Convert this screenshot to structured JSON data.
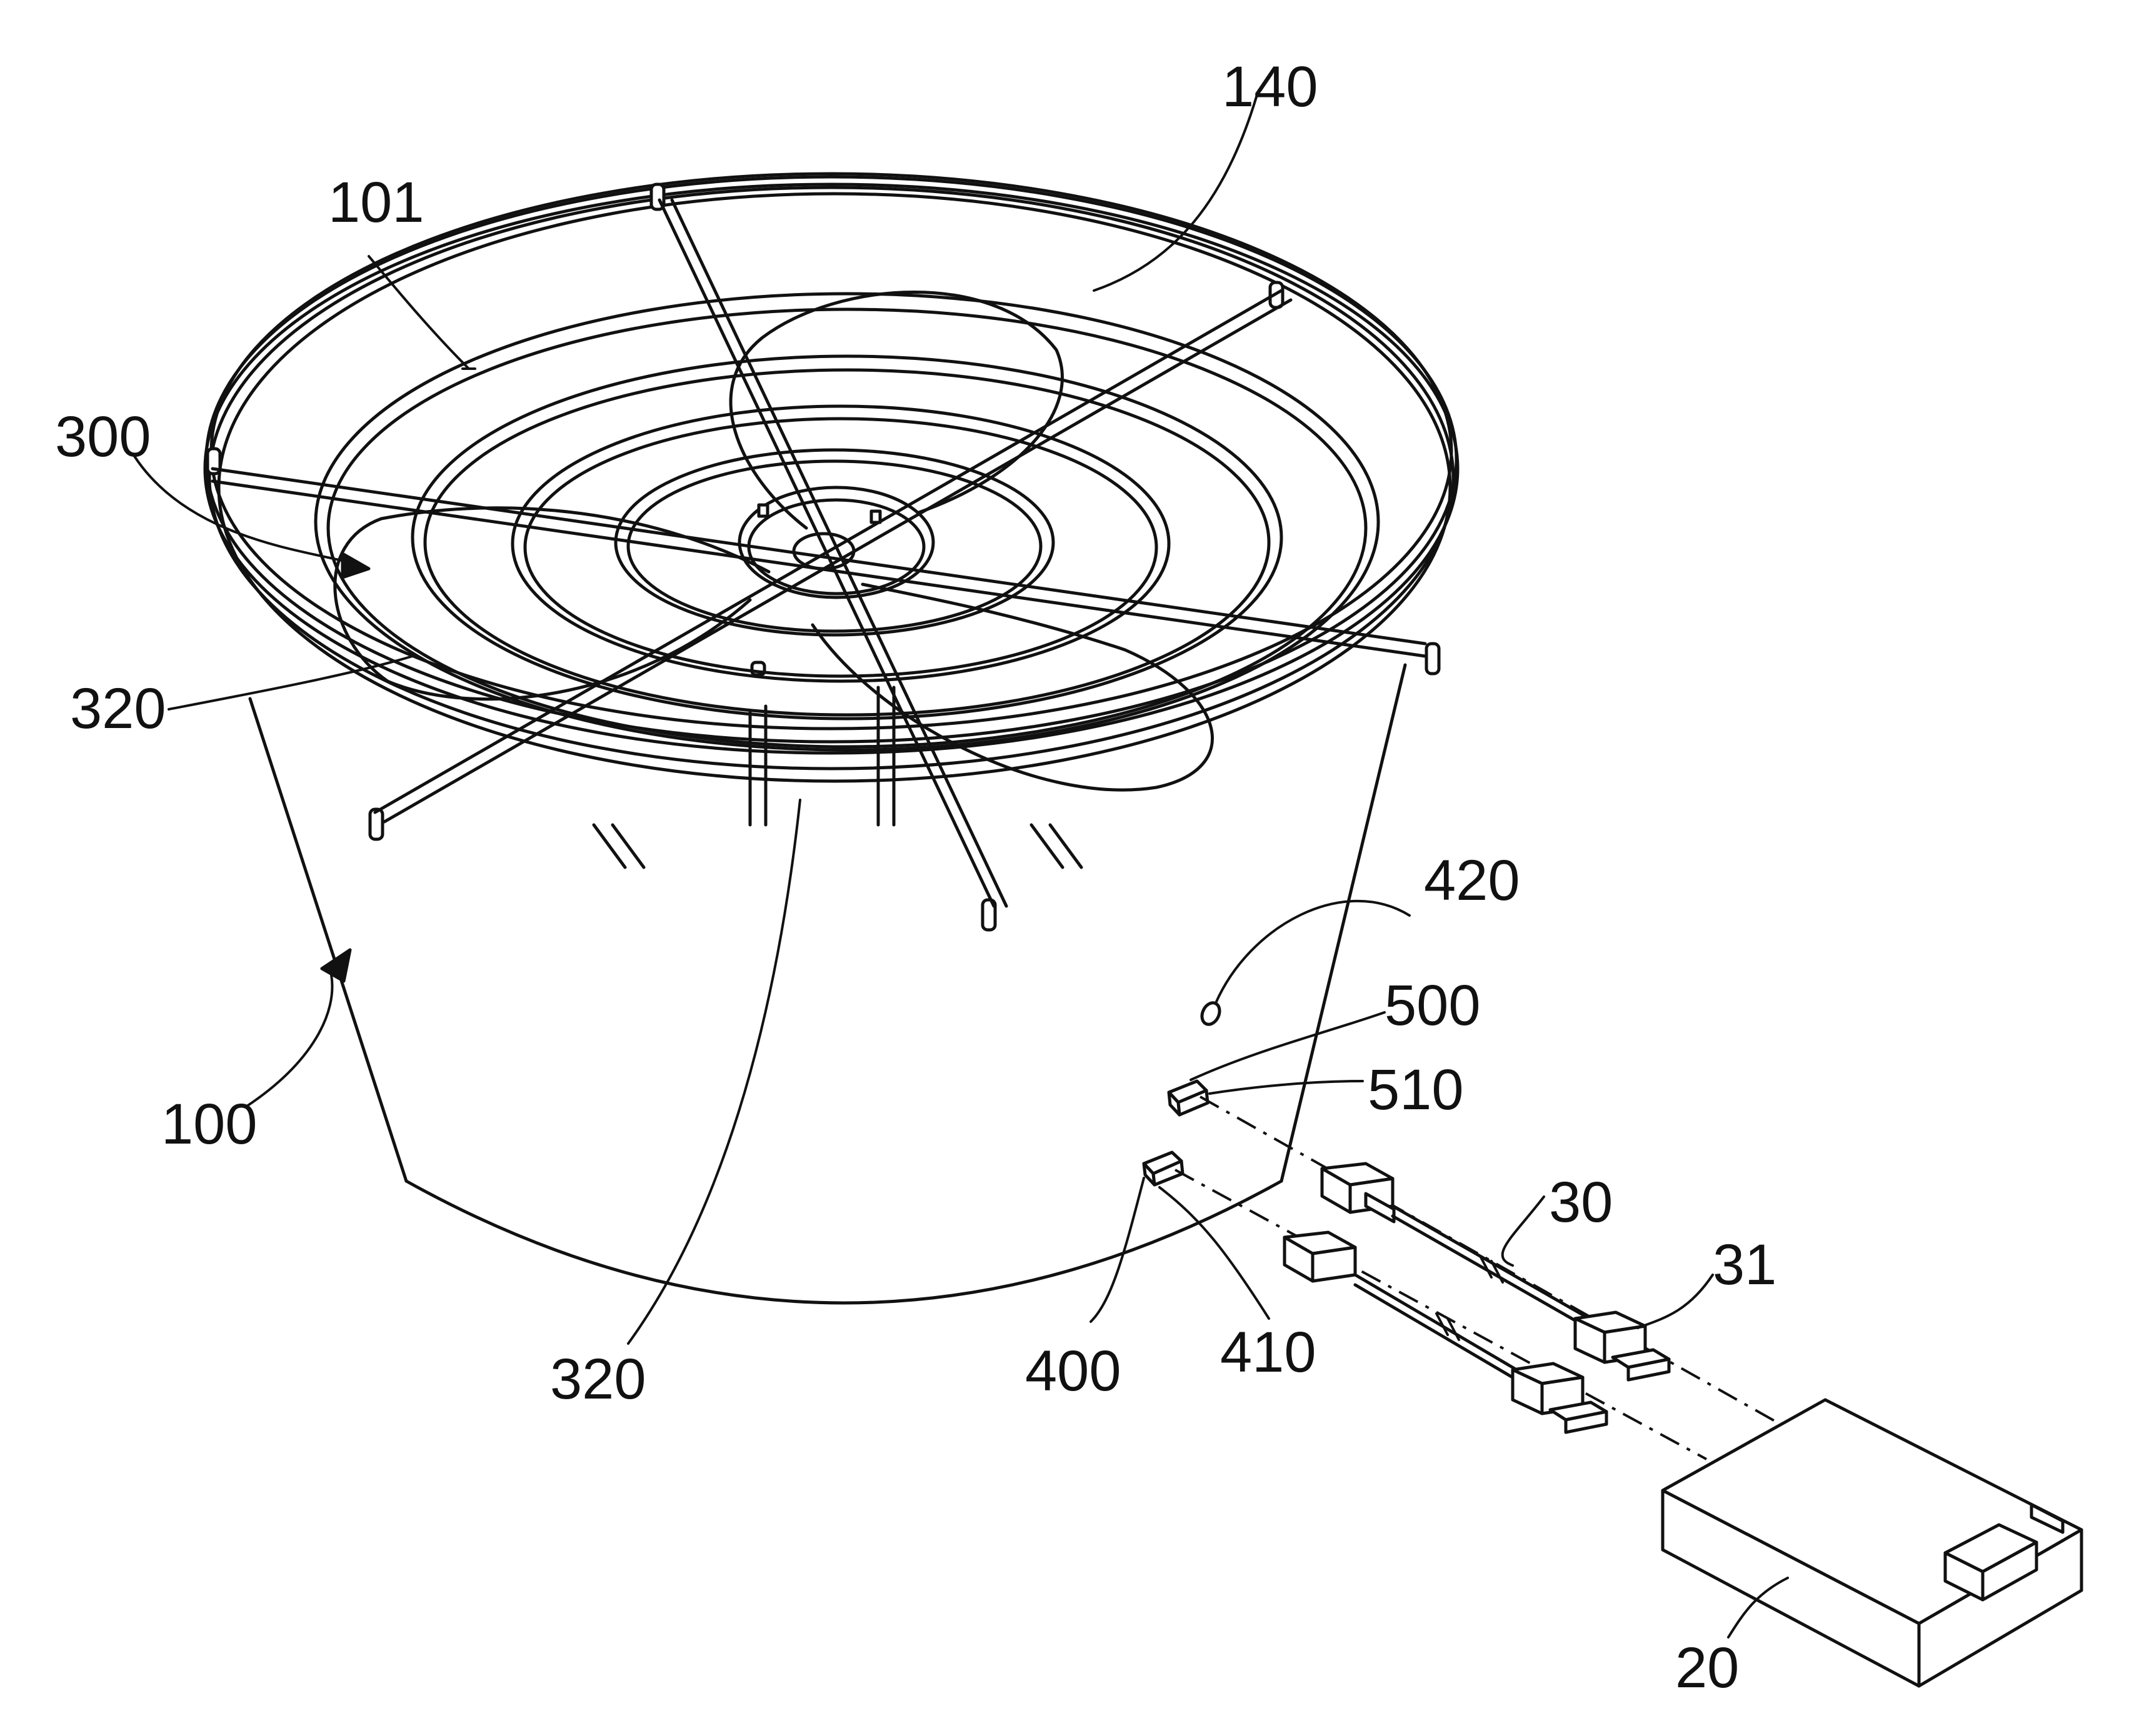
{
  "figure": {
    "reference_labels": {
      "ref_140": "140",
      "ref_101": "101",
      "ref_300": "300",
      "ref_320_left": "320",
      "ref_320_bottom": "320",
      "ref_100": "100",
      "ref_420": "420",
      "ref_500": "500",
      "ref_510": "510",
      "ref_30": "30",
      "ref_31": "31",
      "ref_400": "400",
      "ref_410": "410",
      "ref_20": "20"
    }
  }
}
